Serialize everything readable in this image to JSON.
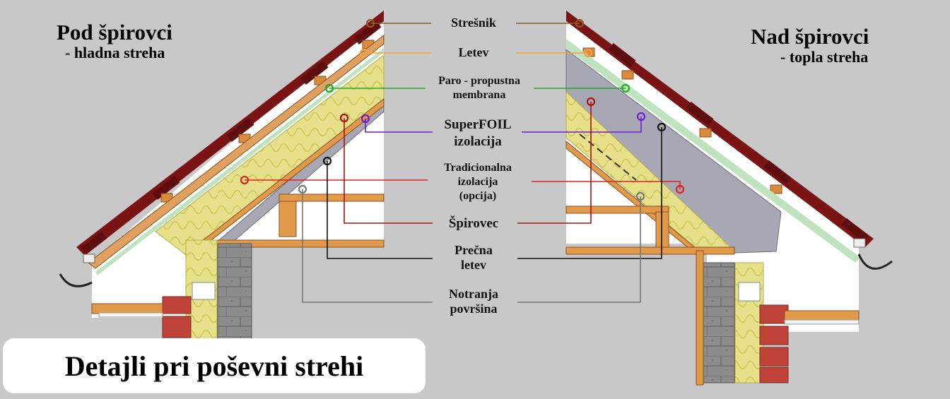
{
  "left_title": {
    "main": "Pod špirovci",
    "sub": "- hladna streha"
  },
  "right_title": {
    "main": "Nad špirovci",
    "sub": "- topla streha"
  },
  "labels": [
    {
      "lines": [
        "Strešnik"
      ],
      "color": "#8b5a2b"
    },
    {
      "lines": [
        "Letev"
      ],
      "color": "#f0a040"
    },
    {
      "lines": [
        "Paro - propustna",
        "membrana"
      ],
      "color": "#22aa22"
    },
    {
      "lines": [
        "SuperFOIL",
        "izolacija"
      ],
      "color": "#6a1fd0"
    },
    {
      "lines": [
        "Tradicionalna",
        "izolacija",
        "(opcija)"
      ],
      "color": "#dd2222"
    },
    {
      "lines": [
        "Špirovec"
      ],
      "color": "#aa1111"
    },
    {
      "lines": [
        "Prečna",
        "letev"
      ],
      "color": "#111111"
    },
    {
      "lines": [
        "Notranja",
        "površina"
      ],
      "color": "#777777"
    }
  ],
  "banner": "Detajli pri poševni strehi",
  "colors": {
    "background": "#c8c8c8",
    "tile": "#7a1414",
    "batten": "#d98a3a",
    "insulation": "#e6e08a",
    "foil": "#a8a8b4",
    "brick": "#c0433a",
    "block": "#8c8c8c",
    "timber": "#e09a4a"
  }
}
